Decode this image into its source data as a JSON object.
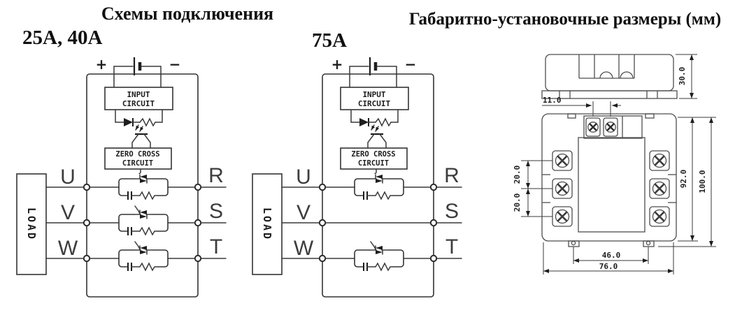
{
  "header": {
    "connection_title": "Схемы подключения",
    "dimensions_title": "Габаритно-установочные размеры (мм)"
  },
  "schematic_25_40": {
    "variant_label": "25A, 40A",
    "plus": "+",
    "minus": "−",
    "input_circuit_line1": "INPUT",
    "input_circuit_line2": "CIRCUIT",
    "zero_cross_line1": "ZERO CROSS",
    "zero_cross_line2": "CIRCUIT",
    "load_label": "LOAD",
    "load_terminals": [
      "U",
      "V",
      "W"
    ],
    "line_terminals": [
      "R",
      "S",
      "T"
    ]
  },
  "schematic_75": {
    "variant_label": "75A",
    "plus": "+",
    "minus": "−",
    "input_circuit_line1": "INPUT",
    "input_circuit_line2": "CIRCUIT",
    "zero_cross_line1": "ZERO CROSS",
    "zero_cross_line2": "CIRCUIT",
    "load_label": "LOAD",
    "load_terminals": [
      "U",
      "V",
      "W"
    ],
    "line_terminals": [
      "R",
      "S",
      "T"
    ]
  },
  "dimension_drawing": {
    "side_view": {
      "height_mm": "30.0",
      "control_terminal_pitch_mm": "11.0"
    },
    "front_view": {
      "terminal_pitch_upper_mm": "20.0",
      "terminal_pitch_lower_mm": "20.0",
      "body_height_mm": "92.0",
      "overall_height_mm": "100.0",
      "mounting_hole_spacing_mm": "46.0",
      "overall_width_mm": "76.0"
    }
  }
}
